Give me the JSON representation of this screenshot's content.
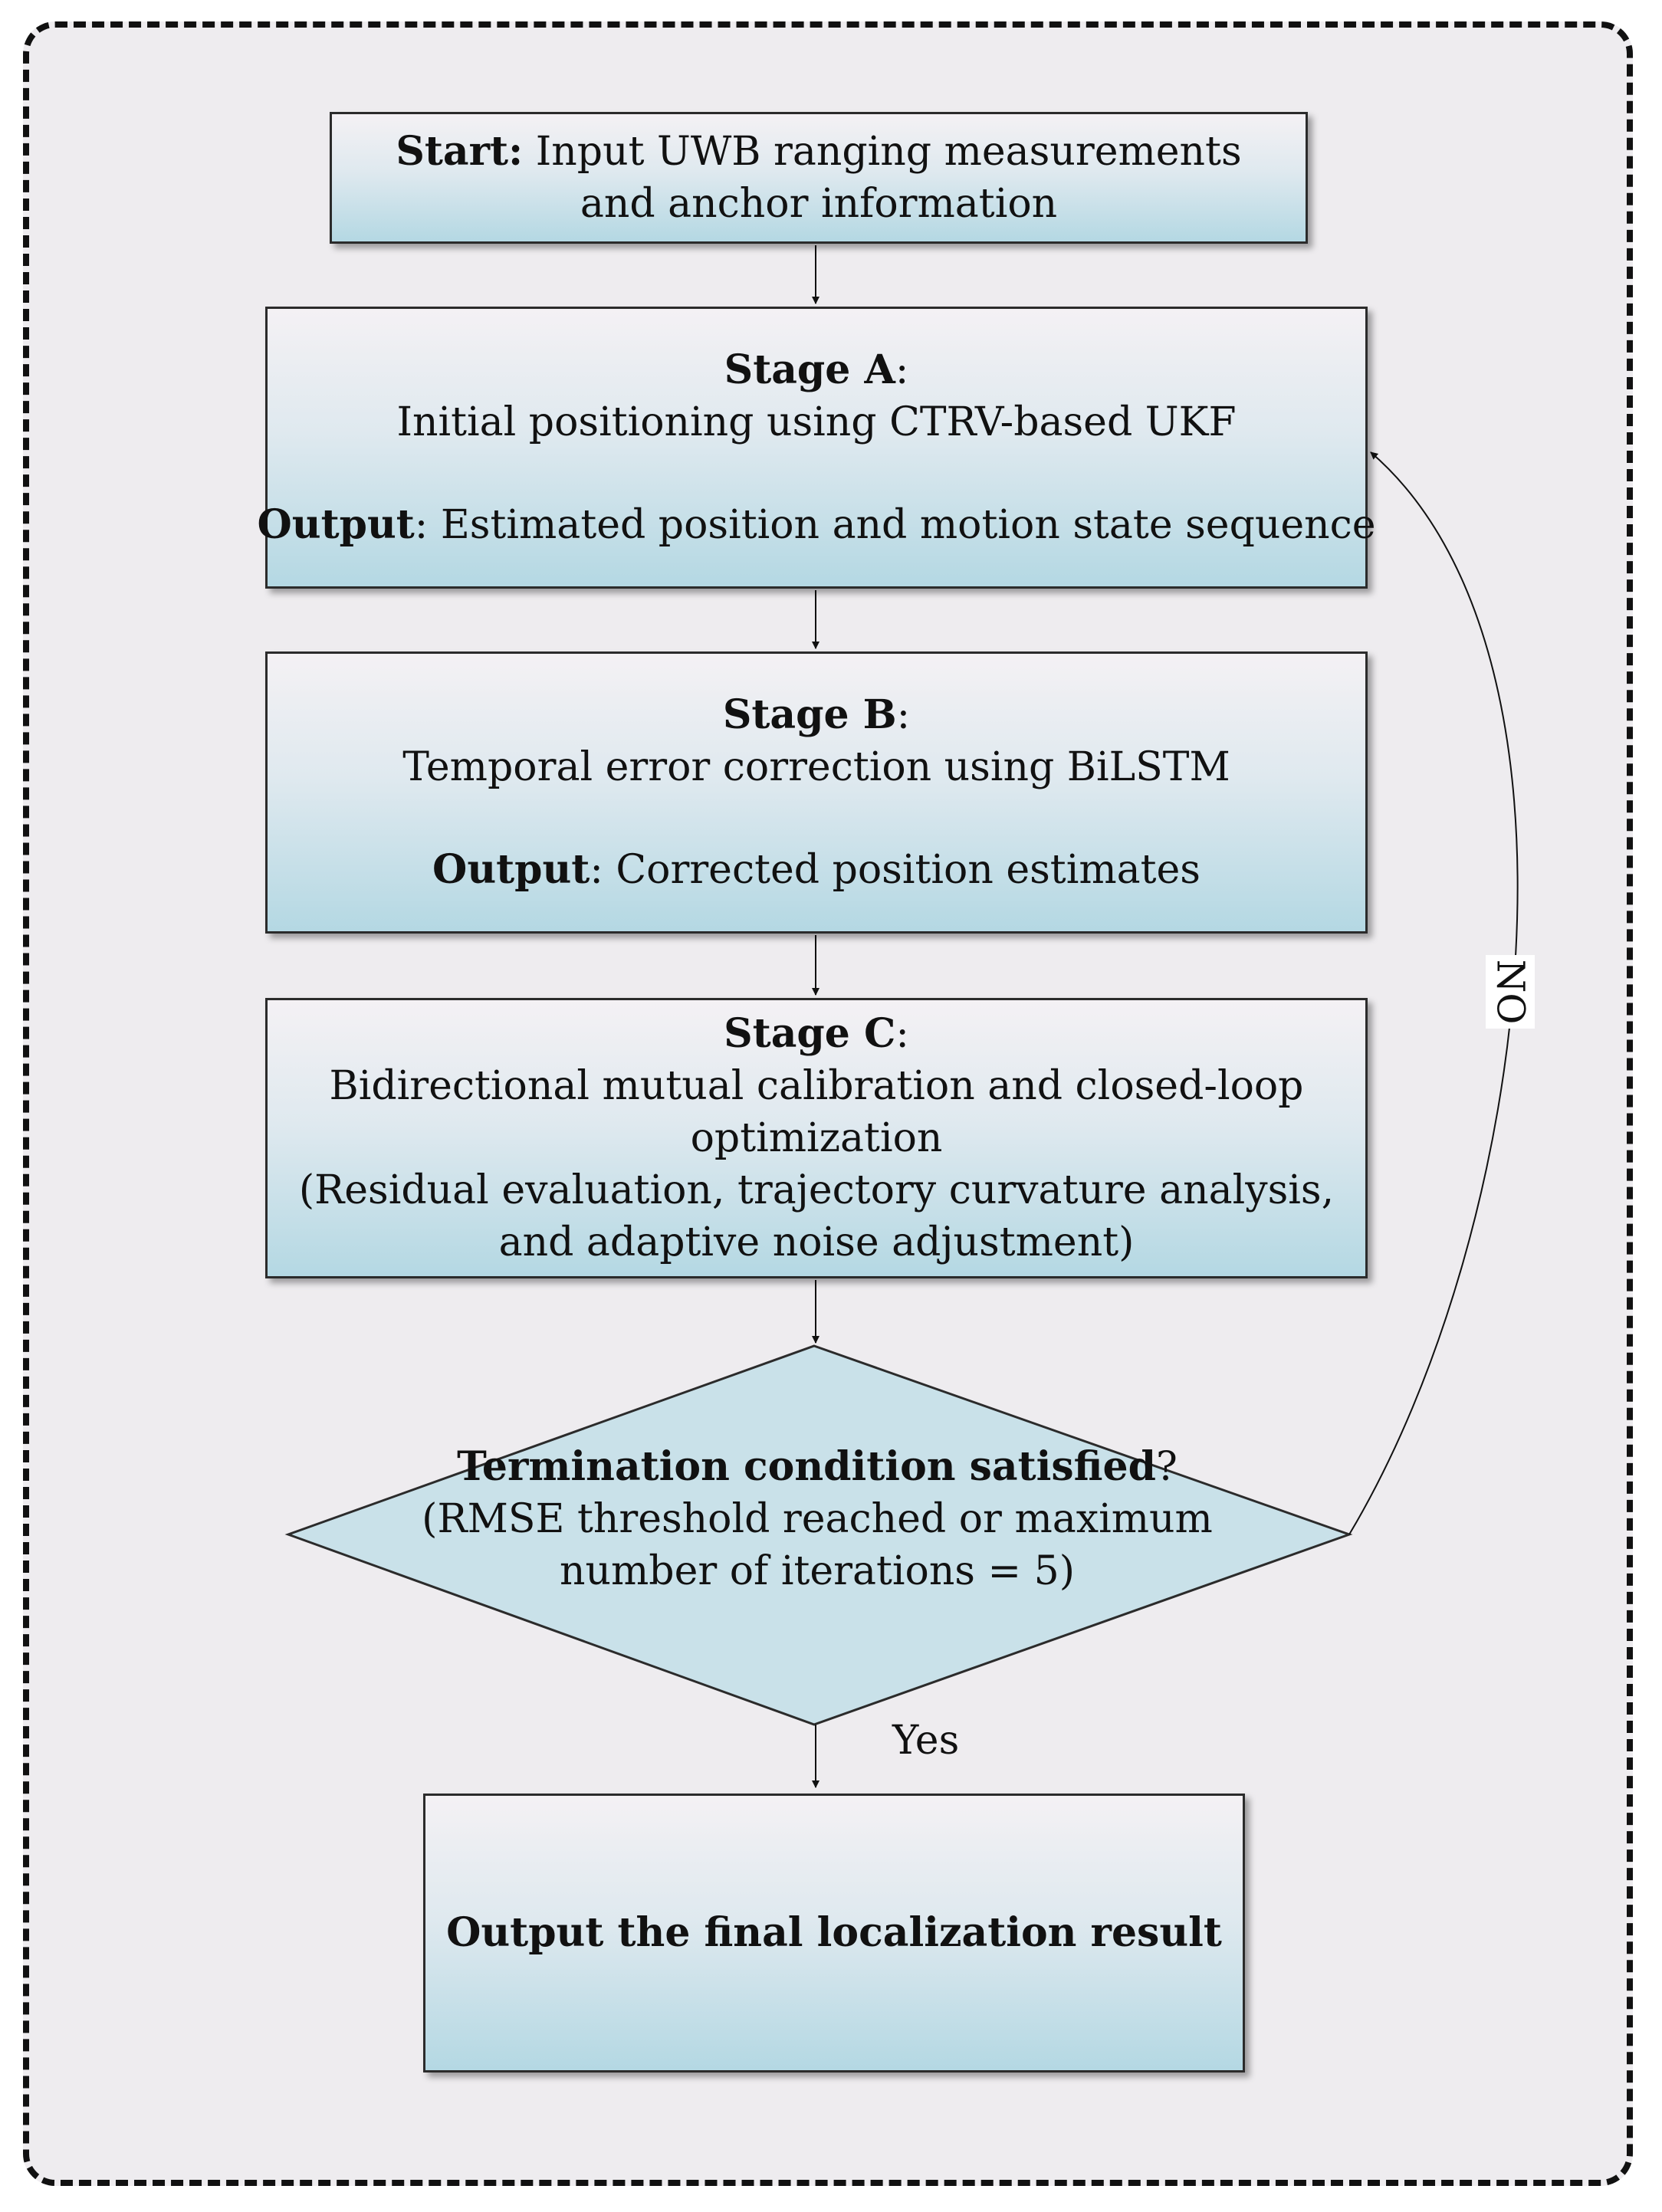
{
  "start": {
    "bold": "Start:",
    "line1": " Input UWB ranging measurements",
    "line2": "and anchor information"
  },
  "stage_a": {
    "title_bold": "Stage A",
    "title_rest": ":",
    "desc": "Initial positioning using CTRV-based UKF",
    "output_bold": "Output",
    "output_rest": ": Estimated position and motion state sequence"
  },
  "stage_b": {
    "title_bold": "Stage B",
    "title_rest": ":",
    "desc": "Temporal error correction using BiLSTM",
    "output_bold": "Output",
    "output_rest": ": Corrected position estimates"
  },
  "stage_c": {
    "title_bold": "Stage C",
    "title_rest": ":",
    "line1": "Bidirectional mutual calibration and closed-loop",
    "line2": "optimization",
    "line3": "(Residual evaluation, trajectory curvature analysis,",
    "line4": "and adaptive noise adjustment)"
  },
  "decision": {
    "title_bold": "Termination condition satisfied",
    "title_rest": "?",
    "line2": "(RMSE threshold reached or maximum",
    "line3": "number of iterations = 5)"
  },
  "labels": {
    "yes": "Yes",
    "no": "NO"
  },
  "final": {
    "text": "Output the final localization result"
  }
}
